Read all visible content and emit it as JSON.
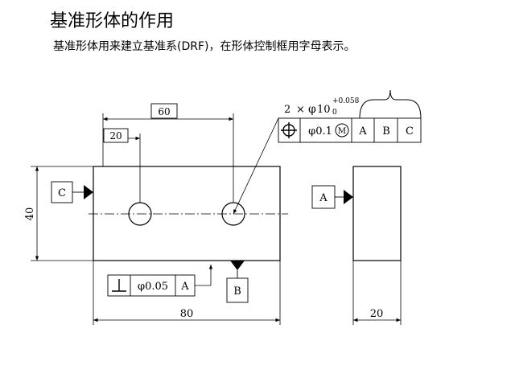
{
  "header": {
    "title": "基准形体的作用",
    "subtitle": "基准形体用来建立基准系(DRF)，在形体控制框用字母表示。"
  },
  "dimensions": {
    "width_60": "60",
    "width_20": "20",
    "height_40": "40",
    "length_80": "80",
    "thickness_20": "20"
  },
  "datums": {
    "a": "A",
    "b": "B",
    "c": "C"
  },
  "hole_callout": {
    "count": "2",
    "times": "×",
    "diameter_symbol": "φ",
    "size": "10",
    "tolerance_upper": "+0.058",
    "tolerance_lower": "0"
  },
  "position_frame": {
    "symbol_icon": "position-icon",
    "tolerance": "φ0.1",
    "modifier": "M",
    "datum_1": "A",
    "datum_2": "B",
    "datum_3": "C"
  },
  "perpendicularity_frame": {
    "symbol_icon": "perpendicularity-icon",
    "tolerance": "φ0.05",
    "datum_1": "A"
  },
  "colors": {
    "line": "#000000",
    "centerline": "#000000",
    "background": "#ffffff"
  }
}
